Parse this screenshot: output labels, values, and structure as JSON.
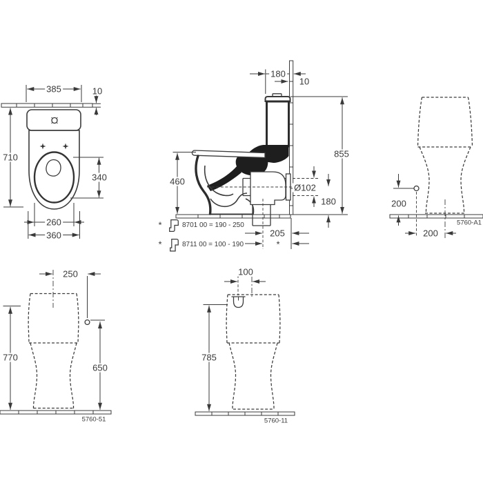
{
  "drawing_type": "technical-dimension-drawing",
  "subject": "close-coupled floor-standing WC, orthographic views, dimensions in mm",
  "colors": {
    "line": "#3a3a3a",
    "section_fill": "#1e1e1e",
    "background": "#ffffff"
  },
  "views": {
    "plan": {
      "dims": {
        "cistern_width": "385",
        "wall_gap": "10",
        "total_depth": "710",
        "bowl_inner_length": "340",
        "seat_width": "260",
        "base_width": "360"
      }
    },
    "side": {
      "dims": {
        "cistern_depth": "180",
        "wall_gap": "10",
        "total_height": "855",
        "bowl_height": "460",
        "outlet_diameter": "Ø102",
        "outlet_axis_height": "180",
        "outlet_wall_distance": "205",
        "variable_marker": "*"
      },
      "notes": [
        {
          "marker": "*",
          "text": "8701 00 = 190 - 250"
        },
        {
          "marker": "*",
          "text": "8711 00 = 100 - 190"
        }
      ]
    },
    "rear": {
      "dims": {
        "supply_height": "200",
        "supply_offset": "200"
      },
      "code": "5760-A1"
    },
    "front_left": {
      "dims": {
        "supply_offset": "250",
        "total_height": "770",
        "supply_height": "650"
      },
      "code": "5760-51"
    },
    "front_center": {
      "dims": {
        "inlet_offset": "100",
        "inlet_height": "785"
      },
      "code": "5760-11"
    }
  }
}
